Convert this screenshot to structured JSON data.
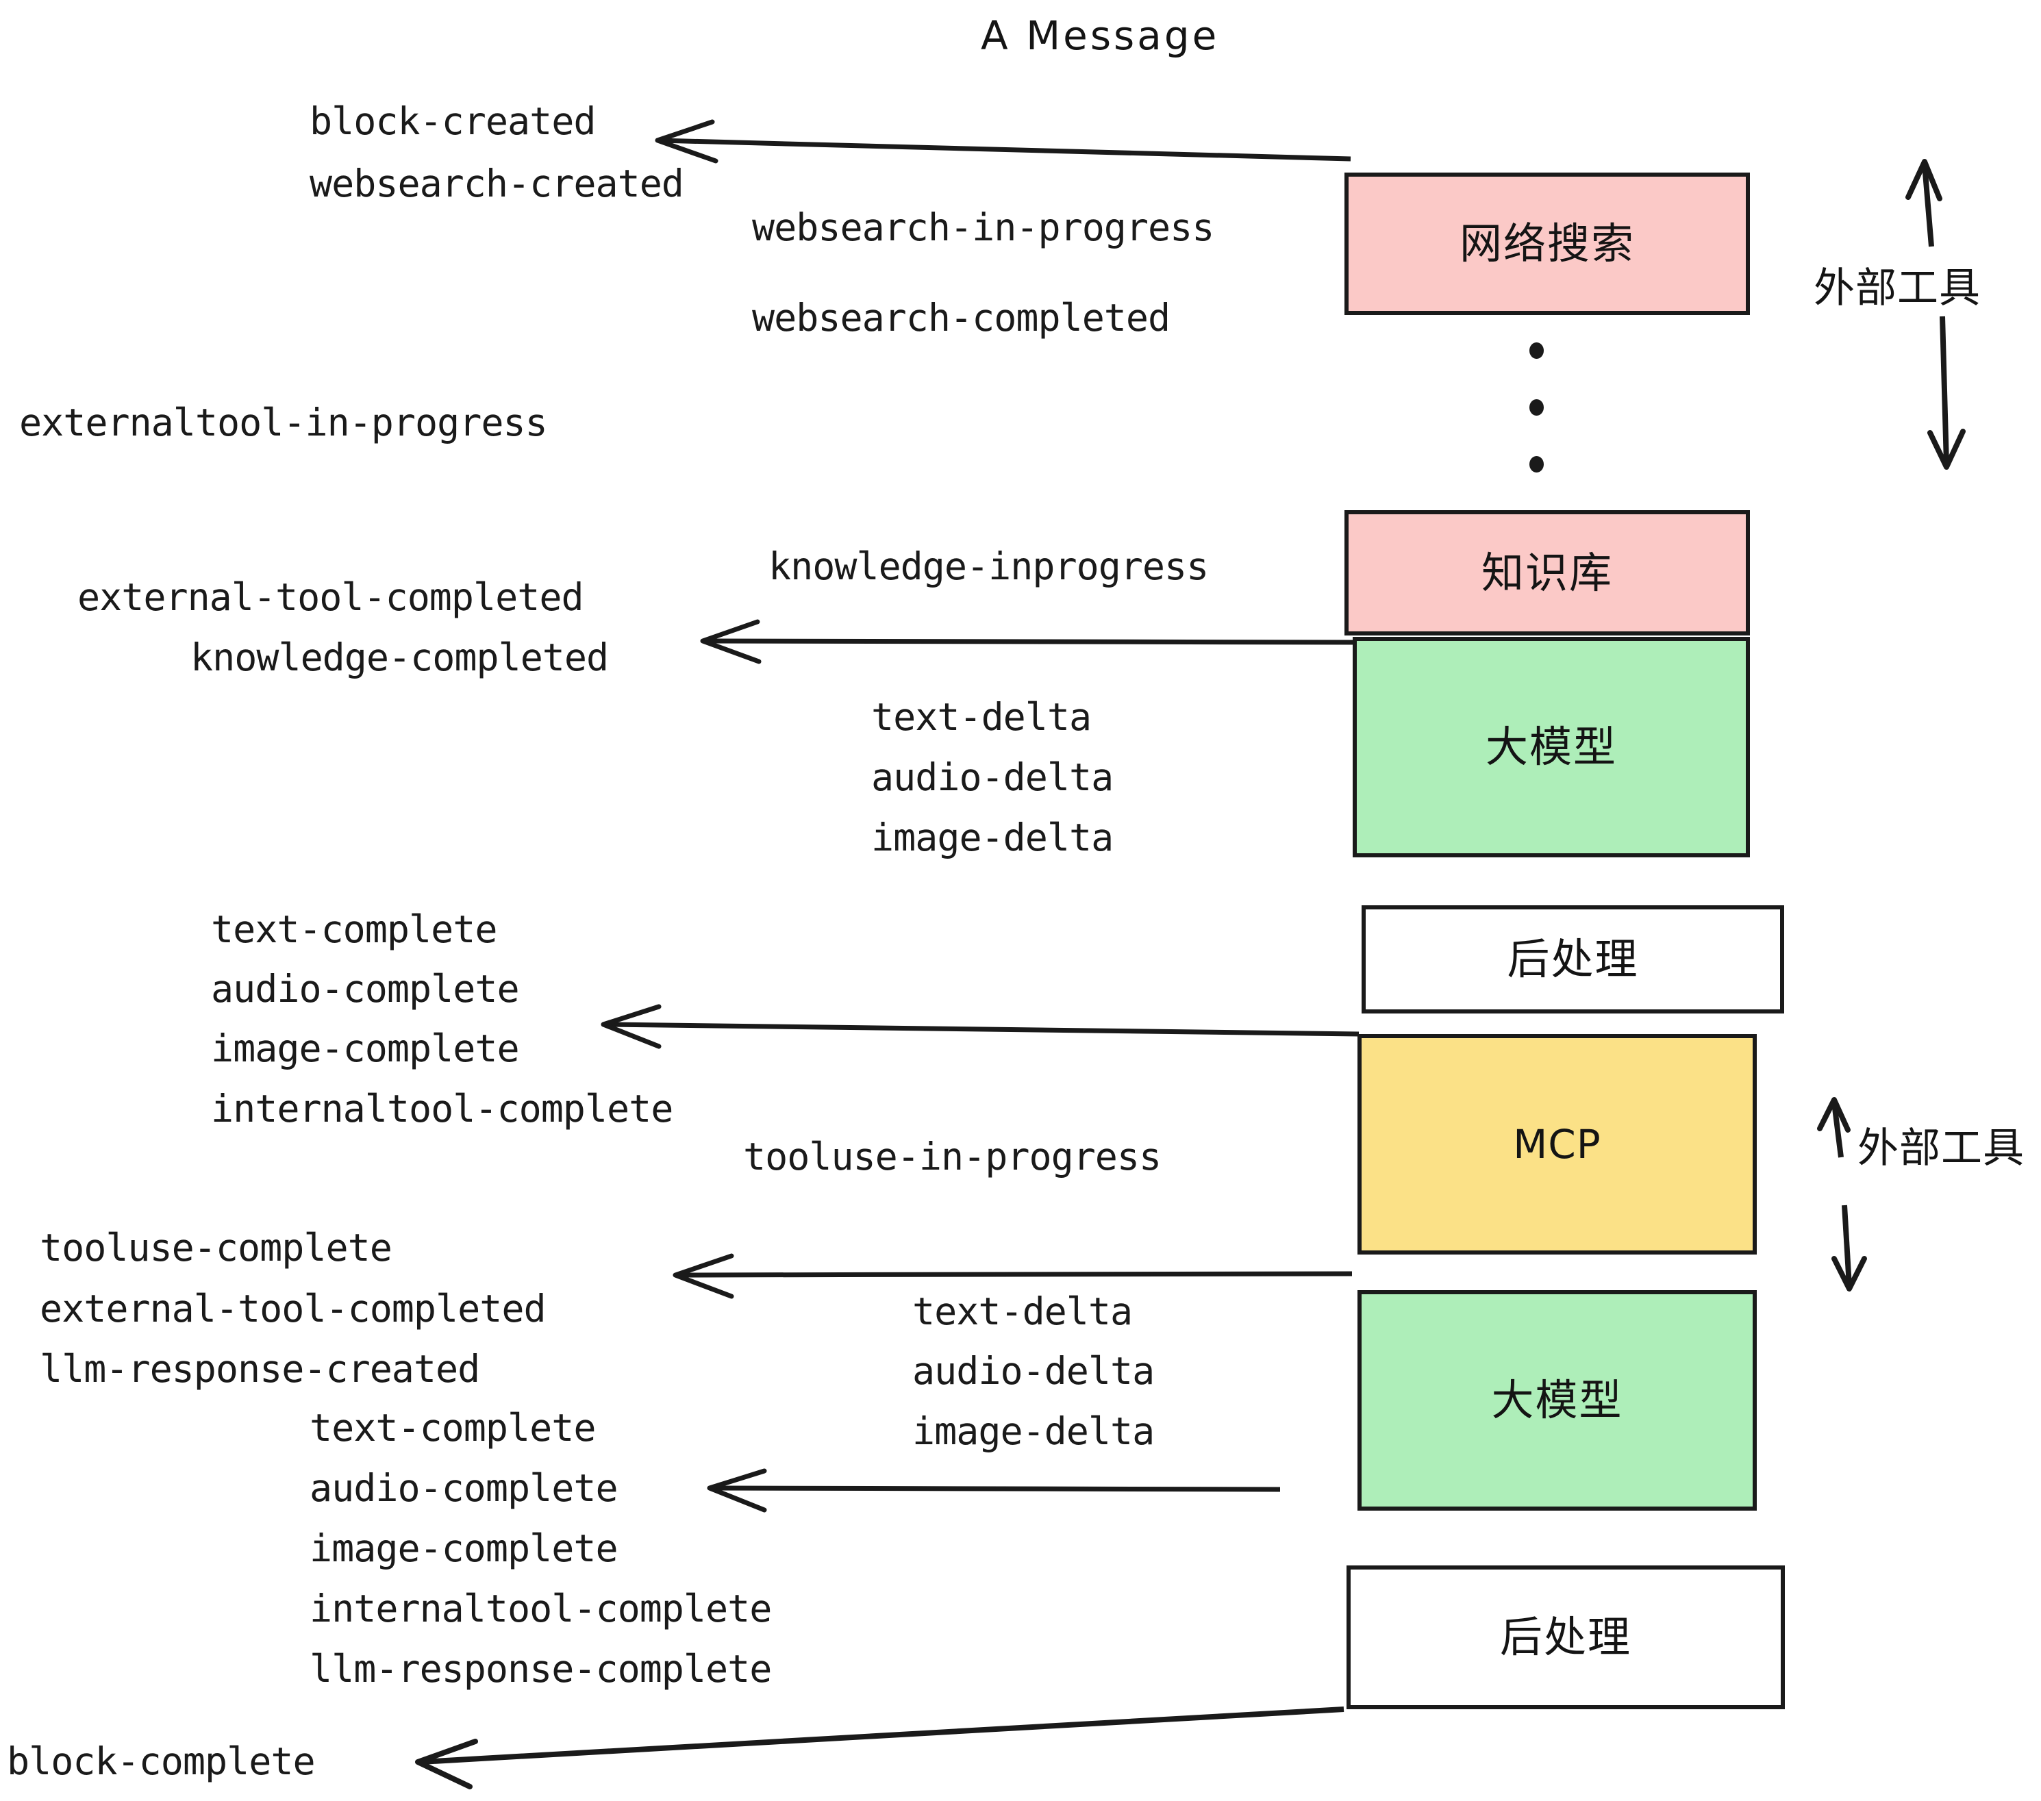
{
  "title": "A Message",
  "boxes": [
    {
      "id": "websearch",
      "label": "网络搜索",
      "color": "#fbc9c7"
    },
    {
      "id": "knowledgebase",
      "label": "知识库",
      "color": "#fbc9c7"
    },
    {
      "id": "llm-1",
      "label": "大模型",
      "color": "#aeeeb9"
    },
    {
      "id": "postprocess-1",
      "label": "后处理",
      "color": "#ffffff"
    },
    {
      "id": "mcp",
      "label": "MCP",
      "color": "#fbe187"
    },
    {
      "id": "llm-2",
      "label": "大模型",
      "color": "#aeeeb9"
    },
    {
      "id": "postprocess-2",
      "label": "后处理",
      "color": "#ffffff"
    }
  ],
  "side_labels": {
    "external_tools_top": "外部工具",
    "external_tools_bottom": "外部工具"
  },
  "events": [
    {
      "id": "e01",
      "text": "block-created"
    },
    {
      "id": "e02",
      "text": "websearch-created"
    },
    {
      "id": "e03",
      "text": "websearch-in-progress"
    },
    {
      "id": "e04",
      "text": "websearch-completed"
    },
    {
      "id": "e05",
      "text": "externaltool-in-progress"
    },
    {
      "id": "e06",
      "text": "knowledge-inprogress"
    },
    {
      "id": "e07",
      "text": "external-tool-completed"
    },
    {
      "id": "e08",
      "text": "knowledge-completed"
    },
    {
      "id": "e09",
      "text": "text-delta"
    },
    {
      "id": "e10",
      "text": "audio-delta"
    },
    {
      "id": "e11",
      "text": "image-delta"
    },
    {
      "id": "e12",
      "text": "text-complete"
    },
    {
      "id": "e13",
      "text": "audio-complete"
    },
    {
      "id": "e14",
      "text": "image-complete"
    },
    {
      "id": "e15",
      "text": "internaltool-complete"
    },
    {
      "id": "e16",
      "text": "tooluse-in-progress"
    },
    {
      "id": "e17",
      "text": "tooluse-complete"
    },
    {
      "id": "e18",
      "text": "external-tool-completed"
    },
    {
      "id": "e19",
      "text": "llm-response-created"
    },
    {
      "id": "e20",
      "text": "text-complete"
    },
    {
      "id": "e21",
      "text": "audio-complete"
    },
    {
      "id": "e22",
      "text": "image-complete"
    },
    {
      "id": "e23",
      "text": "internaltool-complete"
    },
    {
      "id": "e24",
      "text": "llm-response-complete"
    },
    {
      "id": "e25",
      "text": "block-complete"
    },
    {
      "id": "e26",
      "text": "text-delta"
    },
    {
      "id": "e27",
      "text": "audio-delta"
    },
    {
      "id": "e28",
      "text": "image-delta"
    }
  ],
  "colors": {
    "stroke": "#1a1a1a",
    "pink": "#fbc9c7",
    "green": "#aeeeb9",
    "yellow": "#fbe187",
    "white": "#ffffff"
  }
}
